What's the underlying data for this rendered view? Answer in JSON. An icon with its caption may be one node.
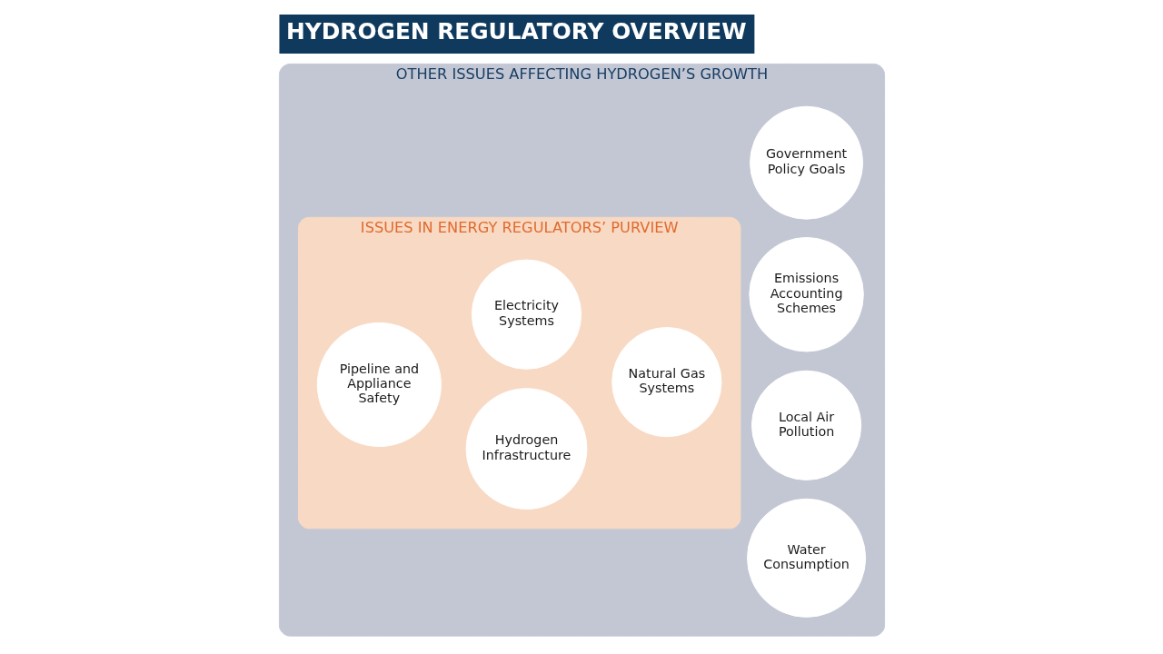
{
  "diagram": {
    "title": "HYDROGEN REGULATORY OVERVIEW",
    "nodes": [
      {
        "text": [
          "OTHER ISSUES AFFECTING HYDROGEN’S GROWTH"
        ]
      },
      {
        "text": [
          "ISSUES IN ENERGY REGULATORS’ PURVIEW"
        ],
        "in": 0
      },
      {
        "text": [
          "Electricity Systems"
        ],
        "in": 1
      },
      {
        "text": [
          "Pipeline and Appliance Safety"
        ],
        "in": 1
      },
      {
        "text": [
          "Natural Gas Systems"
        ],
        "in": 1
      },
      {
        "text": [
          "Hydrogen Infrastructure"
        ],
        "in": 1
      },
      {
        "text": [
          "Government Policy Goals"
        ],
        "in": 0
      },
      {
        "text": [
          "Emissions Accounting Schemes"
        ],
        "in": 0
      },
      {
        "text": [
          "Local Air Pollution"
        ],
        "in": 0
      },
      {
        "text": [
          "Water Consumption"
        ],
        "in": 0
      }
    ]
  }
}
